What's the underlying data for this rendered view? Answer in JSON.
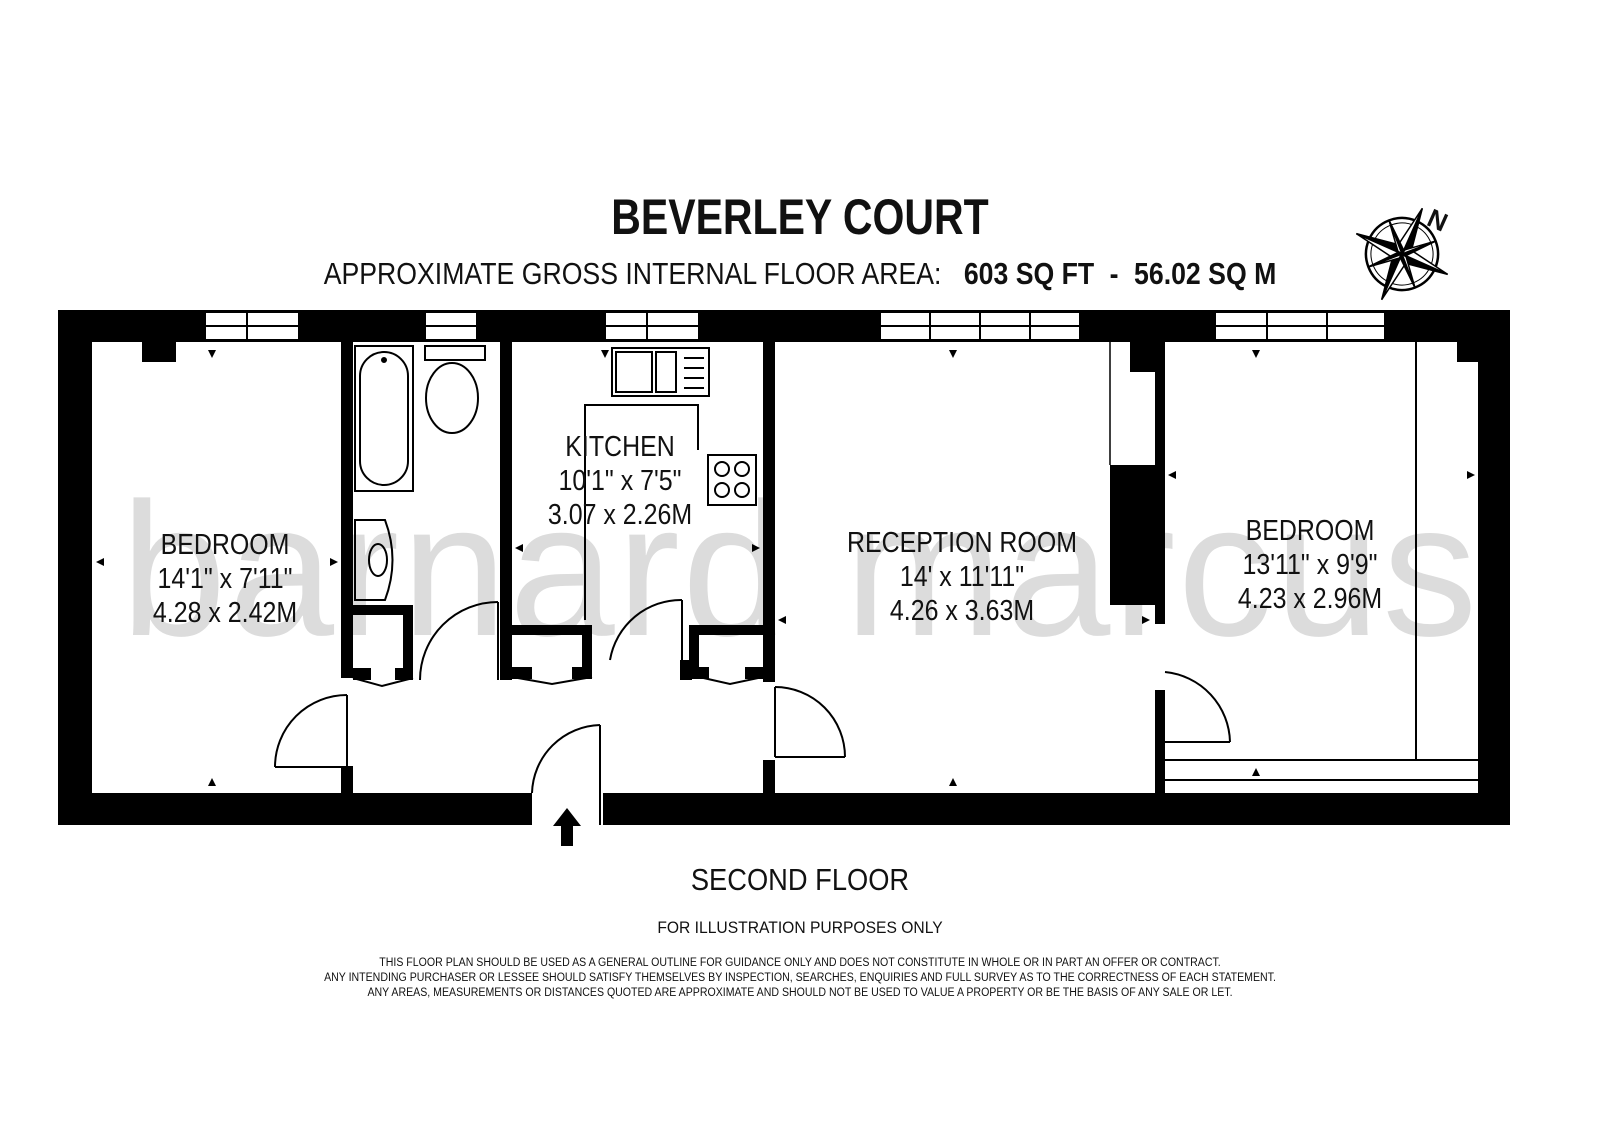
{
  "title": "BEVERLEY COURT",
  "area": {
    "label": "APPROXIMATE GROSS INTERNAL FLOOR AREA:",
    "sq_ft": "603 SQ FT",
    "separator": "-",
    "sq_m": "56.02 SQ M"
  },
  "rooms": [
    {
      "name": "BEDROOM",
      "imperial": "14'1\" x 7'11\"",
      "metric": "4.28 x 2.42M"
    },
    {
      "name": "KITCHEN",
      "imperial": "10'1\" x 7'5\"",
      "metric": "3.07 x 2.26M"
    },
    {
      "name": "RECEPTION ROOM",
      "imperial": "14' x 11'11\"",
      "metric": "4.26 x 3.63M"
    },
    {
      "name": "BEDROOM",
      "imperial": "13'11\" x 9'9\"",
      "metric": "4.23 x 2.96M"
    }
  ],
  "floor": "SECOND FLOOR",
  "illustration_note": "FOR ILLUSTRATION PURPOSES ONLY",
  "disclaimer": [
    "THIS FLOOR PLAN SHOULD BE USED AS A GENERAL OUTLINE FOR GUIDANCE ONLY AND DOES NOT CONSTITUTE IN WHOLE OR IN PART AN OFFER OR CONTRACT.",
    "ANY INTENDING PURCHASER OR LESSEE SHOULD SATISFY THEMSELVES BY INSPECTION, SEARCHES, ENQUIRIES AND FULL SURVEY AS TO THE CORRECTNESS OF EACH STATEMENT.",
    "ANY AREAS, MEASUREMENTS OR DISTANCES QUOTED ARE APPROXIMATE AND SHOULD NOT BE USED TO VALUE A PROPERTY OR BE THE BASIS OF ANY SALE OR LET."
  ],
  "watermark": "barnard marcus",
  "compass": {
    "north": "N"
  },
  "colors": {
    "wall": "#000000",
    "watermark": "#d9d9d9"
  }
}
